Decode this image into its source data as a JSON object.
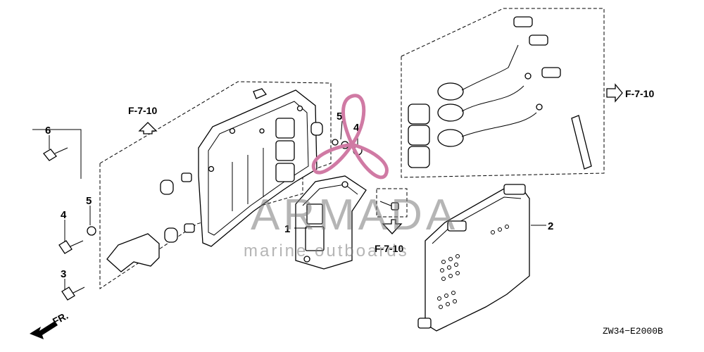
{
  "diagram": {
    "part_labels": {
      "p1": "1",
      "p2": "2",
      "p3": "3",
      "p4a": "4",
      "p4b": "4",
      "p5a": "5",
      "p5b": "5",
      "p6": "6"
    },
    "refs": {
      "left": "F-7-10",
      "bottom": "F-7-10",
      "right": "F-7-10"
    },
    "direction": "FR.",
    "drawing_code": "ZW34−E2000B",
    "watermark": {
      "brand": "ARMADA",
      "tagline": "marine outboards",
      "accent_color": "#d07aa4"
    }
  }
}
